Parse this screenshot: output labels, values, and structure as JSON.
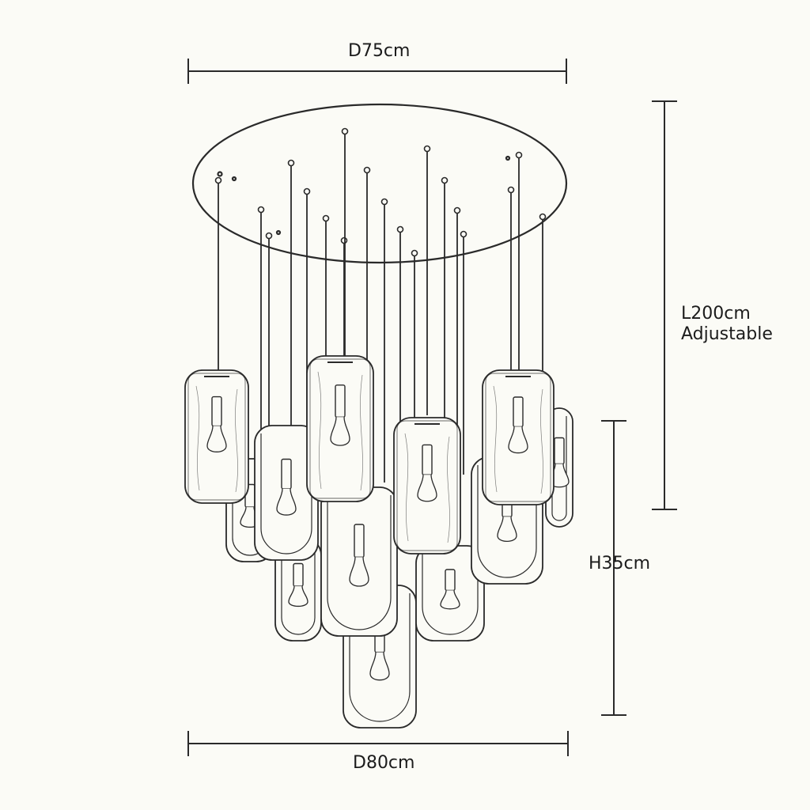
{
  "dimensions": {
    "top_diameter": "D75cm",
    "bottom_diameter": "D80cm",
    "cable_length": "L200cm",
    "cable_note": "Adjustable",
    "lamp_height": "H35cm"
  },
  "colors": {
    "line": "#2a2a2a",
    "glass_fill": "#fbfbf6",
    "background": "#fbfbf6"
  },
  "shade_count": 19,
  "ceiling_canopy": "round-canopy"
}
